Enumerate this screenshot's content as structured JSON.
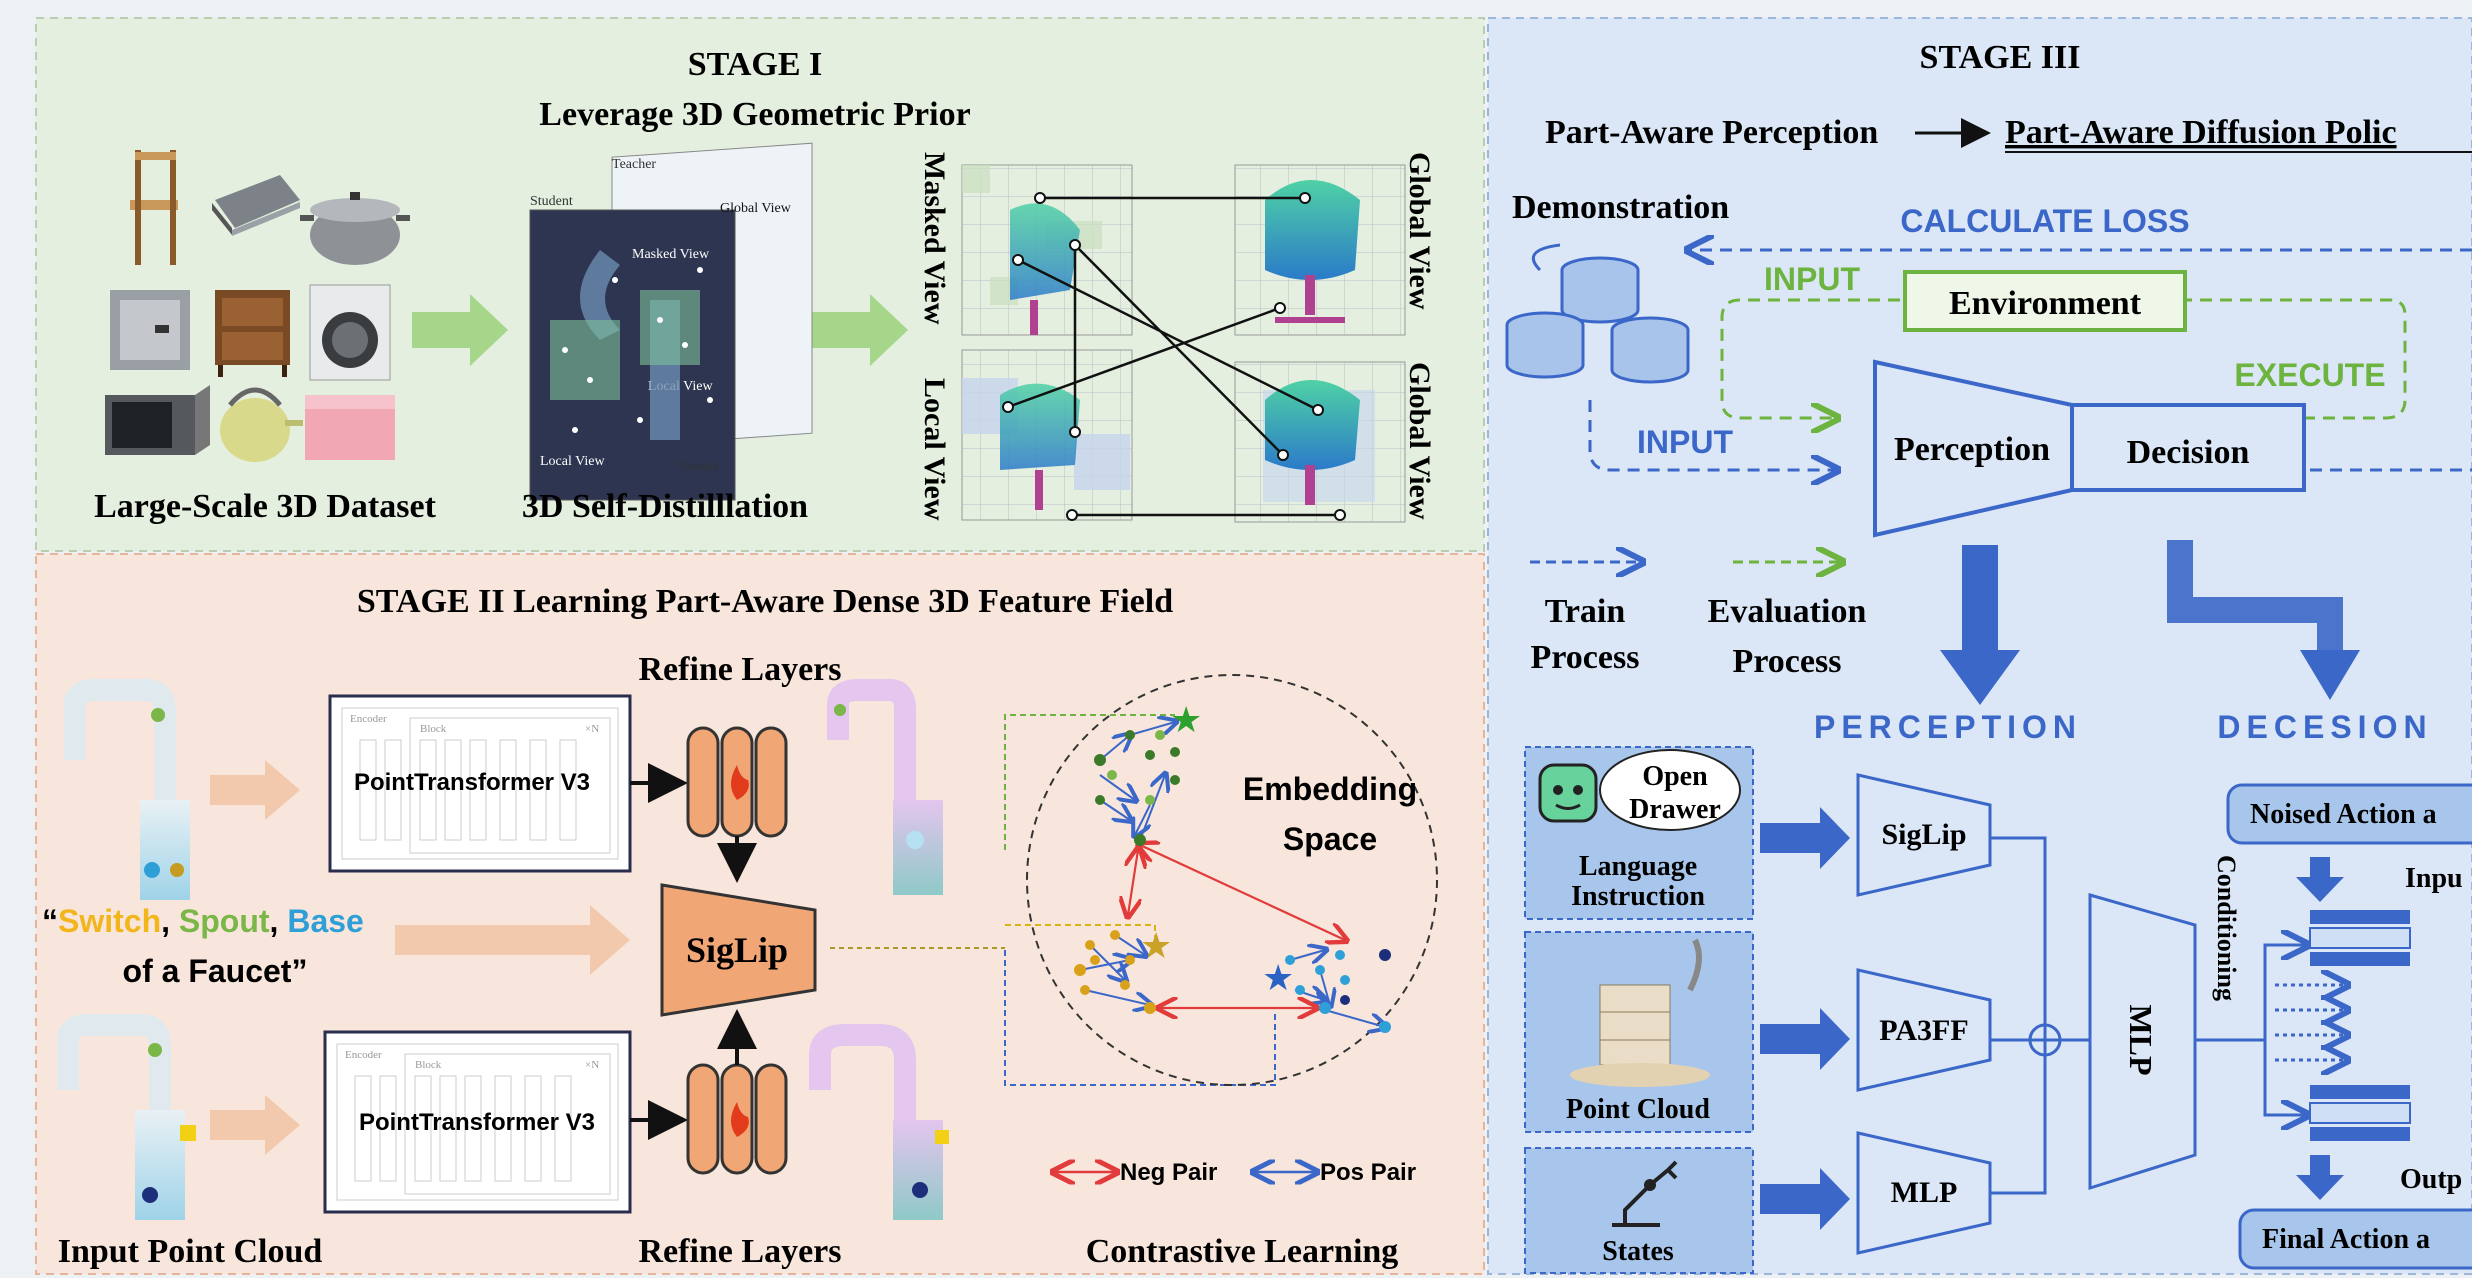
{
  "stage1": {
    "title": "STAGE I",
    "subtitle": "Leverage 3D Geometric Prior",
    "dataset_label": "Large-Scale 3D Dataset",
    "distill_label": "3D Self-Distilllation",
    "card_labels": {
      "student": "Student",
      "teacher": "Teacher",
      "masked_view": "Masked View",
      "global_view": "Global View",
      "local_view": "Local View",
      "sonata": "Sonata"
    },
    "side_labels": {
      "masked_view": "Masked View",
      "local_view": "Local View",
      "global_view_top": "Global View",
      "global_view_bottom": "Global View"
    }
  },
  "stage2": {
    "title": "STAGE II  Learning Part-Aware Dense 3D Feature Field",
    "refine_top": "Refine Layers",
    "refine_bottom": "Refine Layers",
    "transformer_top": "PointTransformer V3",
    "transformer_bottom": "PointTransformer V3",
    "encoder_label": "Encoder",
    "block_label": "Block",
    "times_n": "×N",
    "siglip": "SigLip",
    "text_prompt": {
      "open_quote": "“",
      "switch": "Switch",
      "comma1": ", ",
      "spout": "Spout",
      "comma2": ", ",
      "base": "Base",
      "line2": "of a Faucet”"
    },
    "embedding_line1": "Embedding",
    "embedding_line2": "Space",
    "neg_pair": "Neg Pair",
    "pos_pair": "Pos Pair",
    "input_point_cloud": "Input Point Cloud",
    "contrastive": "Contrastive Learning",
    "colors": {
      "switch": "#f2b51c",
      "spout": "#7ab648",
      "base": "#2f9fd8"
    }
  },
  "stage3": {
    "title": "STAGE III",
    "subtitle_part1": "Part-Aware Perception",
    "subtitle_part2": "Part-Aware Diffusion Polic",
    "demonstration": "Demonstration",
    "calculate_loss": "CALCULATE LOSS",
    "input_top": "INPUT",
    "input_bottom": "INPUT",
    "environment": "Environment",
    "execute": "EXECUTE",
    "perception_box": "Perception",
    "decision_box": "Decision",
    "train_process_1": "Train",
    "train_process_2": "Process",
    "eval_process_1": "Evaluation",
    "eval_process_2": "Process",
    "perception_header": "PERCEPTION",
    "decision_header": "DECESION",
    "open_drawer_1": "Open",
    "open_drawer_2": "Drawer",
    "language_1": "Language",
    "language_2": "Instruction",
    "point_cloud": "Point Cloud",
    "states": "States",
    "siglip": "SigLip",
    "pa3ff": "PA3FF",
    "mlp_small": "MLP",
    "mlp_big": "MLP",
    "conditioning": "Conditioning",
    "noised_action": "Noised Action a",
    "input_small": "Inpu",
    "output_small": "Outp",
    "final_action": "Final Action a"
  }
}
